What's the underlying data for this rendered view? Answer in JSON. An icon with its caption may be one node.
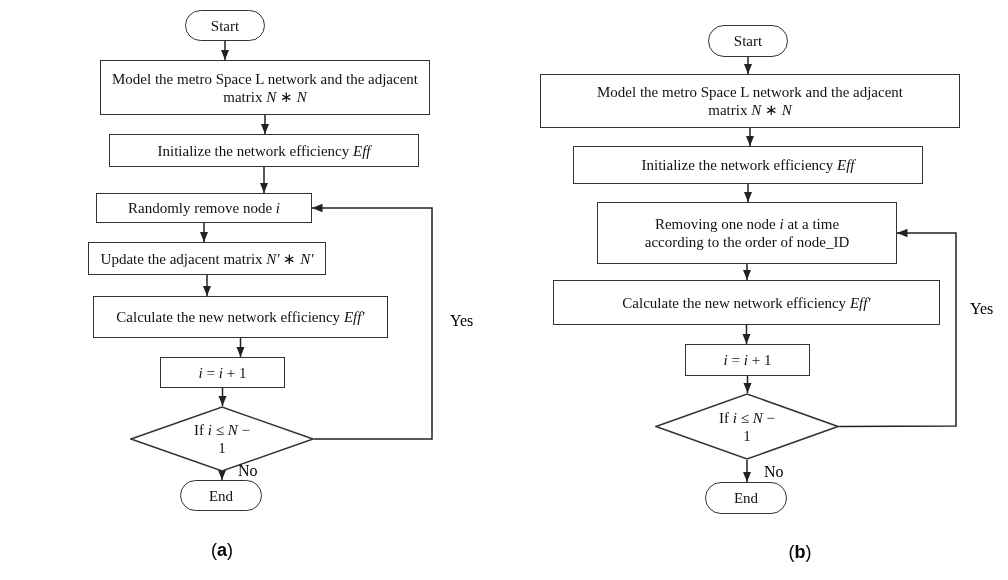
{
  "diagram": {
    "nodes": [
      {
        "text": [
          "Start"
        ]
      },
      {
        "text": [
          "Model the metro Space L network and the adjacent matrix *N* ∗ *N*"
        ]
      },
      {
        "text": [
          "Initialize the network efficiency *Eff*"
        ]
      },
      {
        "text": [
          "Randomly remove node *i*"
        ]
      },
      {
        "text": [
          "Update the adjacent matrix *N′* ∗ *N′*"
        ]
      },
      {
        "text": [
          "Calculate the new network efficiency *Eff′*"
        ]
      },
      {
        "text": [
          "*i* = *i* + 1"
        ]
      },
      {
        "text": [
          "If *i* ≤ *N* − 1"
        ]
      },
      {
        "text": [
          "End"
        ]
      },
      {
        "text": [
          "Start"
        ]
      },
      {
        "text": [
          "Model the metro Space L network and the adjacent matrix *N* ∗ *N*"
        ]
      },
      {
        "text": [
          "Initialize the network efficiency *Eff*"
        ]
      },
      {
        "text": [
          "Removing one node *i* at a time according to the order of node_ID"
        ]
      },
      {
        "text": [
          "Calculate the new network efficiency *Eff′*"
        ]
      },
      {
        "text": [
          "*i* = *i* + 1"
        ]
      },
      {
        "text": [
          "If *i* ≤ *N* − 1"
        ]
      },
      {
        "text": [
          "End"
        ]
      }
    ],
    "edges": [
      {
        "from": 0,
        "to": 1,
        "arrow": "to"
      },
      {
        "from": 1,
        "to": 2,
        "arrow": "to"
      },
      {
        "from": 2,
        "to": 3,
        "arrow": "to"
      },
      {
        "from": 3,
        "to": 4,
        "arrow": "to"
      },
      {
        "from": 4,
        "to": 5,
        "arrow": "to"
      },
      {
        "from": 5,
        "to": 6,
        "arrow": "to"
      },
      {
        "from": 6,
        "to": 7,
        "arrow": "to"
      },
      {
        "from": 7,
        "to": 8,
        "arrow": "to",
        "label": "No"
      },
      {
        "from": 7,
        "to": 3,
        "arrow": "to",
        "label": "Yes"
      },
      {
        "from": 9,
        "to": 10,
        "arrow": "to"
      },
      {
        "from": 10,
        "to": 11,
        "arrow": "to"
      },
      {
        "from": 11,
        "to": 12,
        "arrow": "to"
      },
      {
        "from": 12,
        "to": 13,
        "arrow": "to"
      },
      {
        "from": 13,
        "to": 14,
        "arrow": "to"
      },
      {
        "from": 14,
        "to": 15,
        "arrow": "to"
      },
      {
        "from": 15,
        "to": 16,
        "arrow": "to",
        "label": "No"
      },
      {
        "from": 15,
        "to": 12,
        "arrow": "to",
        "label": "Yes"
      }
    ],
    "labels": [
      "(**a**)",
      "(**b**)"
    ]
  }
}
